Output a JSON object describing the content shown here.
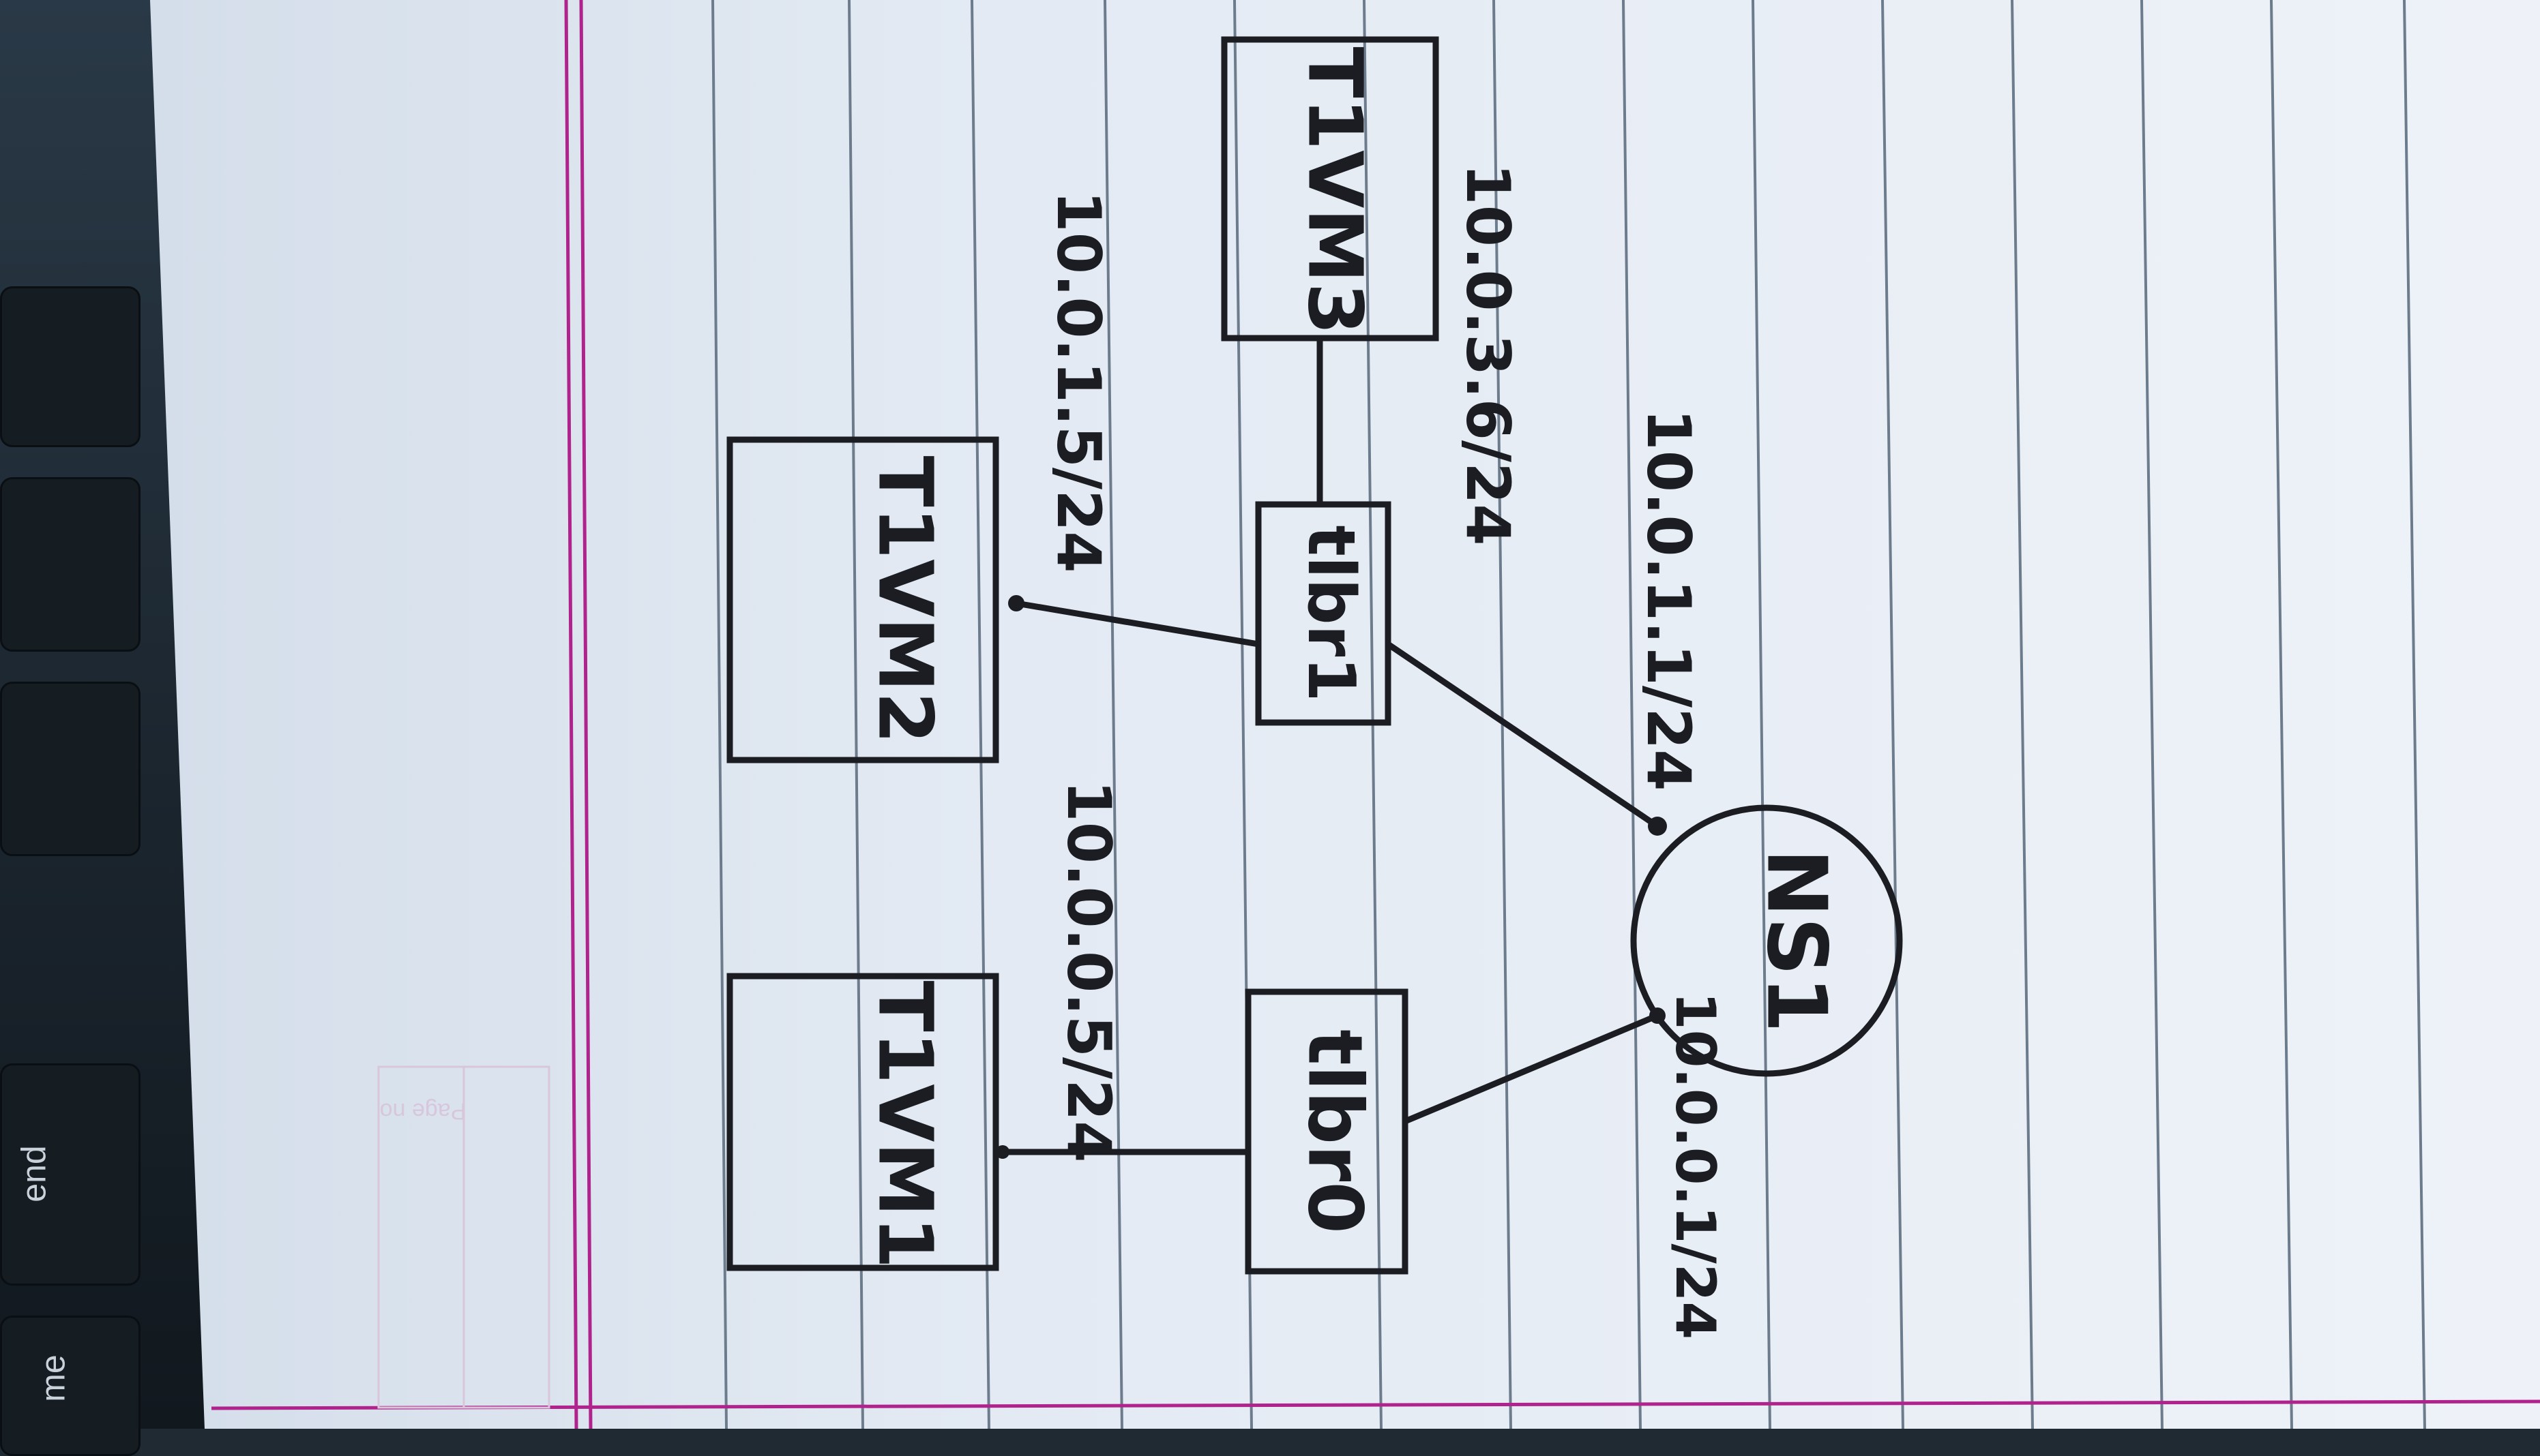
{
  "keyboard": {
    "keys": [
      {
        "label": "end"
      },
      {
        "label": "me"
      }
    ]
  },
  "notebook": {
    "stamp_text": "Page no"
  },
  "diagram": {
    "nodes": [
      {
        "id": "tivm1",
        "label": "T1VM1"
      },
      {
        "id": "tivm2",
        "label": "T1VM2"
      },
      {
        "id": "tivm3",
        "label": "T1VM3"
      },
      {
        "id": "tlbr0",
        "label": "tlbr0"
      },
      {
        "id": "tlbr1",
        "label": "tlbr1"
      },
      {
        "id": "ns1",
        "label": "NS1"
      }
    ],
    "ip_labels": {
      "tivm1": "10.0.0.5/24",
      "tivm2": "10.0.1.5/24",
      "tivm3": "10.0.3.6/24",
      "ns1_left": "10.0.0.1/24",
      "ns1_right": "10.0.1.1/24"
    }
  },
  "colors": {
    "ink": "#1b1d22",
    "paper": "#e6edf5",
    "rule_line": "#6a7a8a",
    "margin_line": "#b0238c"
  }
}
